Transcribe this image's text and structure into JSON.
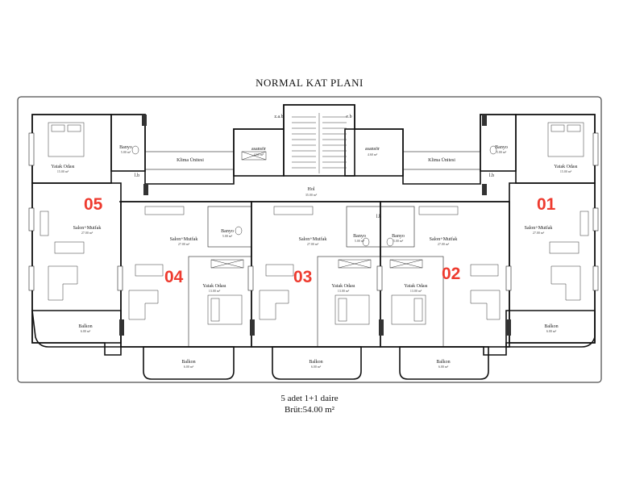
{
  "title": "NORMAL KAT PLANI",
  "caption_line1": "5 adet 1+1 daire",
  "caption_line2": "Brüt:54.00 m²",
  "accent_color": "#ee3b2f",
  "apartment_numbers": [
    "05",
    "04",
    "03",
    "02",
    "01"
  ],
  "core": {
    "asansor_label": "asansör",
    "asansor_area": "4.60 m²",
    "asansor2_area": "4.60 m²",
    "hol_label": "Hol",
    "hol_area": "35.00 m²",
    "zab_label": "z.a.b",
    "eb_label": "e.b",
    "lb_label": "l.b",
    "klima_label": "Klima Ünitesi",
    "balkon_label": "Balkon"
  },
  "rooms": {
    "yatak_odasi": "Yatak Odası",
    "yatak_area_end": "15.00 m²",
    "yatak_area_mid": "13.00 m²",
    "banyo": "Banyo",
    "banyo_area": "5.00 m²",
    "salon_mutfak": "Salon+Mutfak",
    "salon_area_end": "27.00 m²",
    "salon_area_mid": "27.00 m²",
    "balkon": "Balkon",
    "balkon_area": "6.00 m²"
  }
}
